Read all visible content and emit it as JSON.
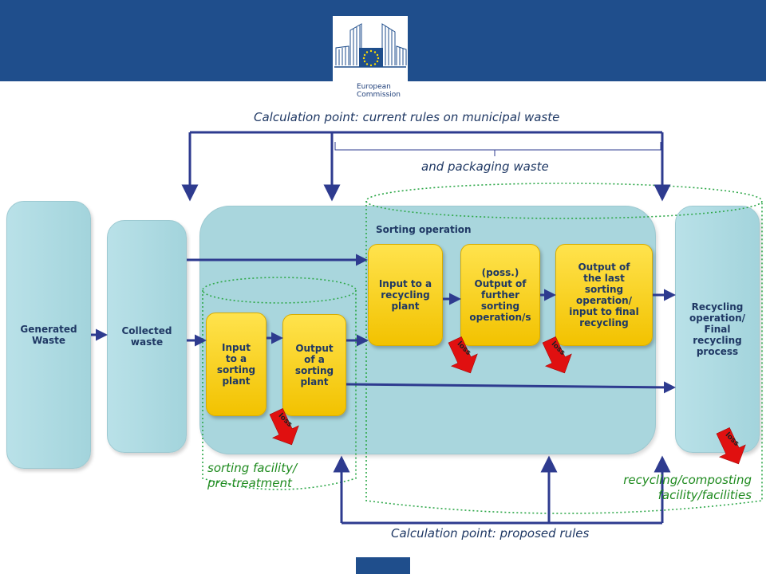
{
  "header": {
    "logo_text_line1": "European",
    "logo_text_line2": "Commission"
  },
  "calc_top": "Calculation point: current rules on municipal waste",
  "packaging": "and packaging waste",
  "calc_bottom": "Calculation point: proposed rules",
  "sorting_operation": "Sorting operation",
  "sorting_facility": {
    "line1": "sorting facility/",
    "line2": "pre-treatment"
  },
  "recycling_facility": {
    "line1": "recycling/composting",
    "line2": "facility/facilities"
  },
  "boxes": {
    "generated": [
      "Generated",
      "Waste"
    ],
    "collected": [
      "Collected",
      "waste"
    ],
    "input_sorting": [
      "Input",
      "to a",
      "sorting",
      "plant"
    ],
    "output_sorting": [
      "Output",
      "of a",
      "sorting",
      "plant"
    ],
    "input_recycling": [
      "Input to a",
      "recycling",
      "plant"
    ],
    "output_further": [
      "(poss.)",
      "Output of",
      "further",
      "sorting",
      "operation/s"
    ],
    "output_last": [
      "Output of",
      "the last",
      "sorting",
      "operation/",
      "input to final",
      "recycling"
    ],
    "recycling_op": [
      "Recycling",
      "operation/",
      "Final",
      "recycling",
      "process"
    ]
  },
  "loss_label": "loss",
  "colors": {
    "header": "#1f4e8c",
    "arrow": "#2e3b8f",
    "dotted": "#2fa84a",
    "yellow": "#ffd700",
    "teal": "#a9d6dd",
    "loss": "#e01010"
  }
}
